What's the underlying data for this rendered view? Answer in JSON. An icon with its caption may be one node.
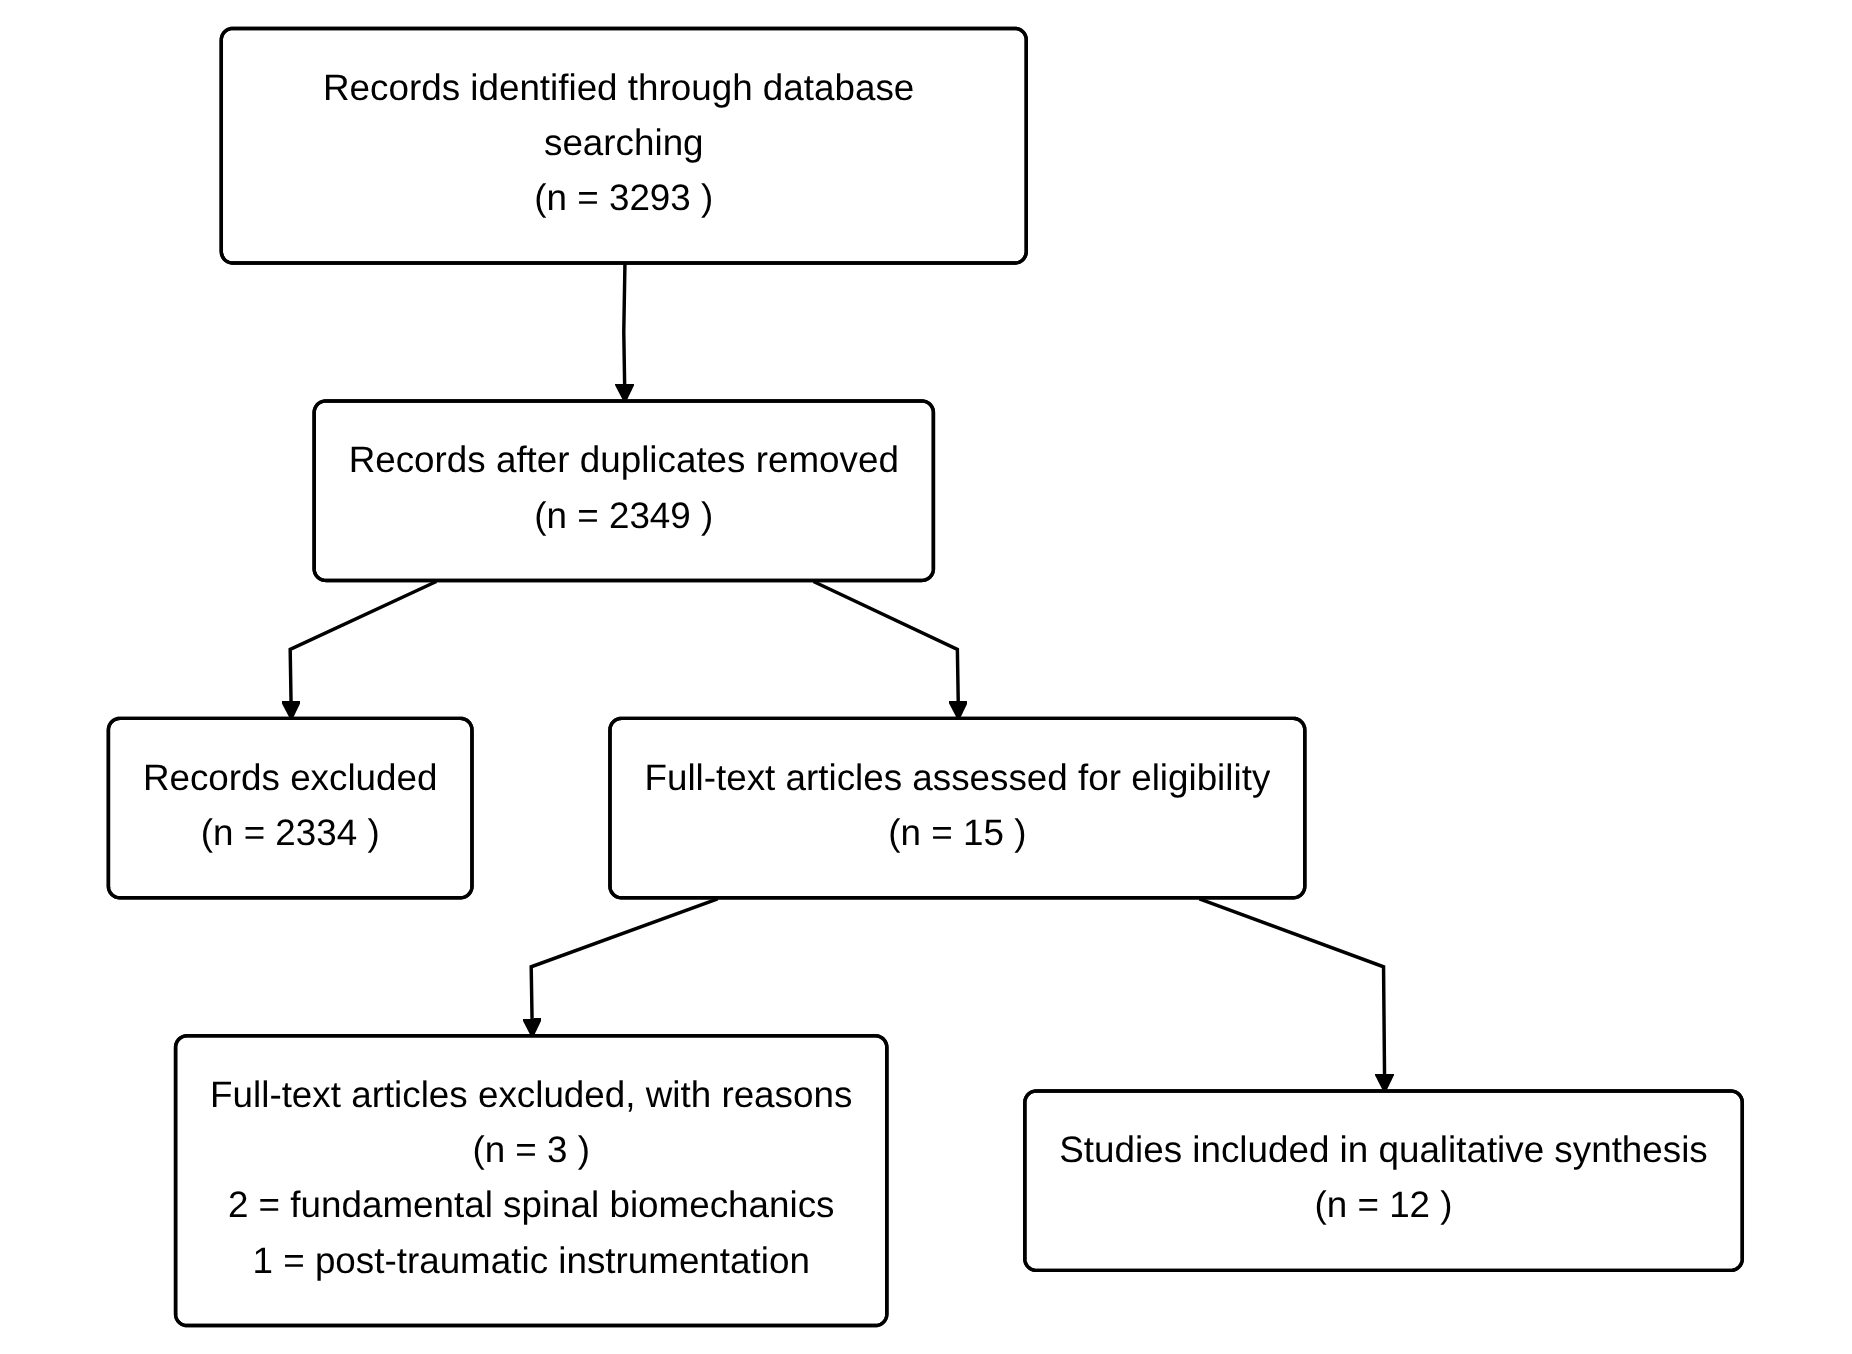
{
  "diagram": {
    "nodes": [
      {
        "text": [
          "Records identified through database searching",
          "(n = 3293 )"
        ]
      },
      {
        "text": [
          "Records after duplicates removed",
          "(n = 2349 )"
        ]
      },
      {
        "text": [
          "Records excluded",
          "(n = 2334 )"
        ]
      },
      {
        "text": [
          "Full-text articles assessed for eligibility",
          "(n = 15 )"
        ]
      },
      {
        "text": [
          "Full-text articles excluded, with reasons",
          "(n = 3 )",
          "2 = fundamental spinal biomechanics",
          "1 = post-traumatic instrumentation"
        ]
      },
      {
        "text": [
          "Studies included in qualitative synthesis",
          "(n = 12 )"
        ]
      }
    ],
    "edges": [
      {
        "from": 0,
        "to": 1,
        "arrow": "to"
      },
      {
        "from": 1,
        "to": 2,
        "arrow": "to"
      },
      {
        "from": 1,
        "to": 3,
        "arrow": "to"
      },
      {
        "from": 3,
        "to": 4,
        "arrow": "to"
      },
      {
        "from": 3,
        "to": 5,
        "arrow": "to"
      }
    ]
  }
}
